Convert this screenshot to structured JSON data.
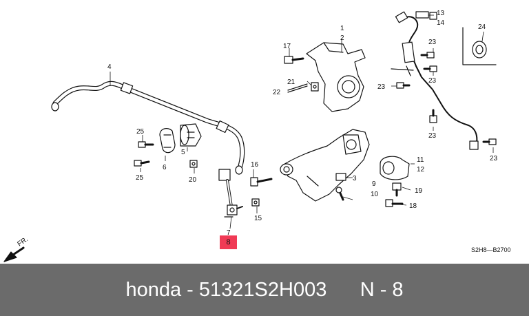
{
  "diagram": {
    "part_numbers": [
      "1",
      "2",
      "3",
      "4",
      "5",
      "6",
      "7",
      "8",
      "9",
      "10",
      "11",
      "12",
      "13",
      "14",
      "15",
      "16",
      "17",
      "18",
      "19",
      "20",
      "21",
      "22",
      "23",
      "24",
      "25"
    ],
    "labels": {
      "n1": "1",
      "n2": "2",
      "n3": "3",
      "n4": "4",
      "n5": "5",
      "n6": "6",
      "n7": "7",
      "n9": "9",
      "n10": "10",
      "n11": "11",
      "n12": "12",
      "n13": "13",
      "n14": "14",
      "n15": "15",
      "n16": "16",
      "n17": "17",
      "n18": "18",
      "n19": "19",
      "n20": "20",
      "n21": "21",
      "n22": "22",
      "n23": "23",
      "n24": "24",
      "n25": "25"
    },
    "highlighted_part": "8",
    "direction_label": "FR.",
    "diagram_code": "S2H8—B2700"
  },
  "caption": {
    "brand": "honda",
    "separator": "-",
    "part_number": "51321S2H003",
    "position": "N - 8"
  },
  "colors": {
    "highlight": "#f03a55",
    "caption_background": "#6b6b6b",
    "caption_text": "#ffffff"
  }
}
